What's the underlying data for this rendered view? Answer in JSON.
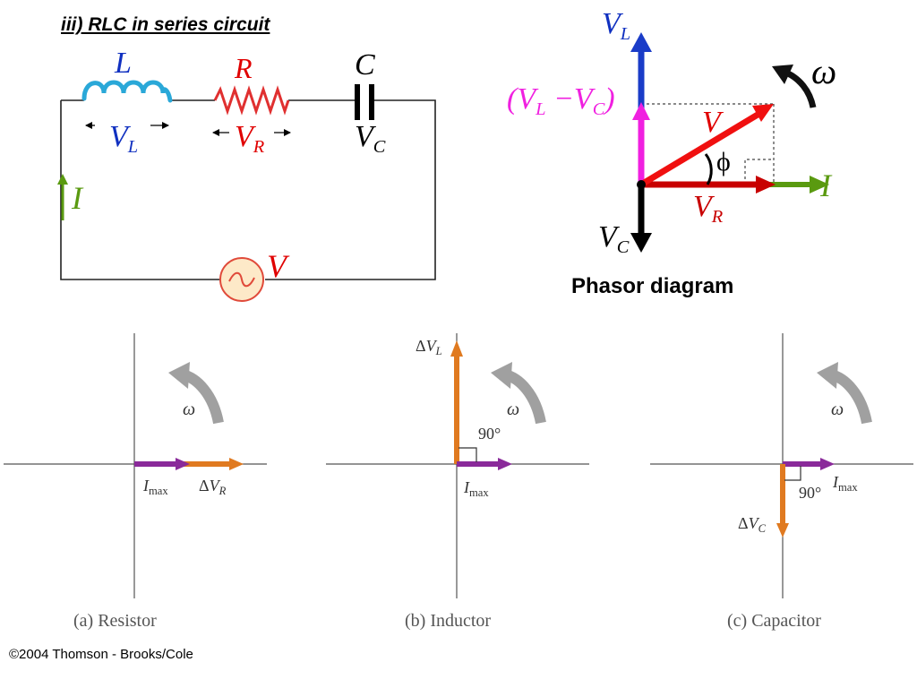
{
  "circuit": {
    "title": "iii) RLC in series circuit",
    "inductor_label": "L",
    "resistor_label": "R",
    "capacitor_label": "C",
    "vl_main": "V",
    "vl_sub": "L",
    "vr_main": "V",
    "vr_sub": "R",
    "vc_main": "V",
    "vc_sub": "C",
    "current_label": "I",
    "source_label": "V",
    "source_symbol": "~"
  },
  "phasor": {
    "vl_main": "V",
    "vl_sub": "L",
    "diff_open": "(",
    "diff_v1": "V",
    "diff_s1": "L",
    "diff_minus": " −",
    "diff_v2": "V",
    "diff_s2": "C",
    "diff_close": ")",
    "v_label": "V",
    "phi_label": "ϕ",
    "omega_label": "ω",
    "i_label": "I",
    "vr_main": "V",
    "vr_sub": "R",
    "vc_main": "V",
    "vc_sub": "C",
    "caption": "Phasor diagram"
  },
  "panels": {
    "resistor": {
      "omega": "ω",
      "imax_main": "I",
      "imax_sub": "max",
      "dv_prefix": "Δ",
      "dv_main": "V",
      "dv_sub": "R",
      "label": "(a) Resistor"
    },
    "inductor": {
      "omega": "ω",
      "dv_prefix": "Δ",
      "dv_main": "V",
      "dv_sub": "L",
      "angle": "90°",
      "imax_main": "I",
      "imax_sub": "max",
      "label": "(b) Inductor"
    },
    "capacitor": {
      "omega": "ω",
      "imax_main": "I",
      "imax_sub": "max",
      "angle": "90°",
      "dv_prefix": "Δ",
      "dv_main": "V",
      "dv_sub": "C",
      "label": "(c) Capacitor"
    }
  },
  "footer": {
    "copyright": "©2004 Thomson - Brooks/Cole"
  },
  "colors": {
    "inductor": "#2aa8d8",
    "resistor": "#e03030",
    "blue_text": "#1030c0",
    "red_text": "#e00000",
    "green": "#5a9a10",
    "magenta": "#f020e0",
    "purple": "#8a2a9a",
    "orange": "#e07a20",
    "gray_arrow": "#a0a0a0"
  }
}
